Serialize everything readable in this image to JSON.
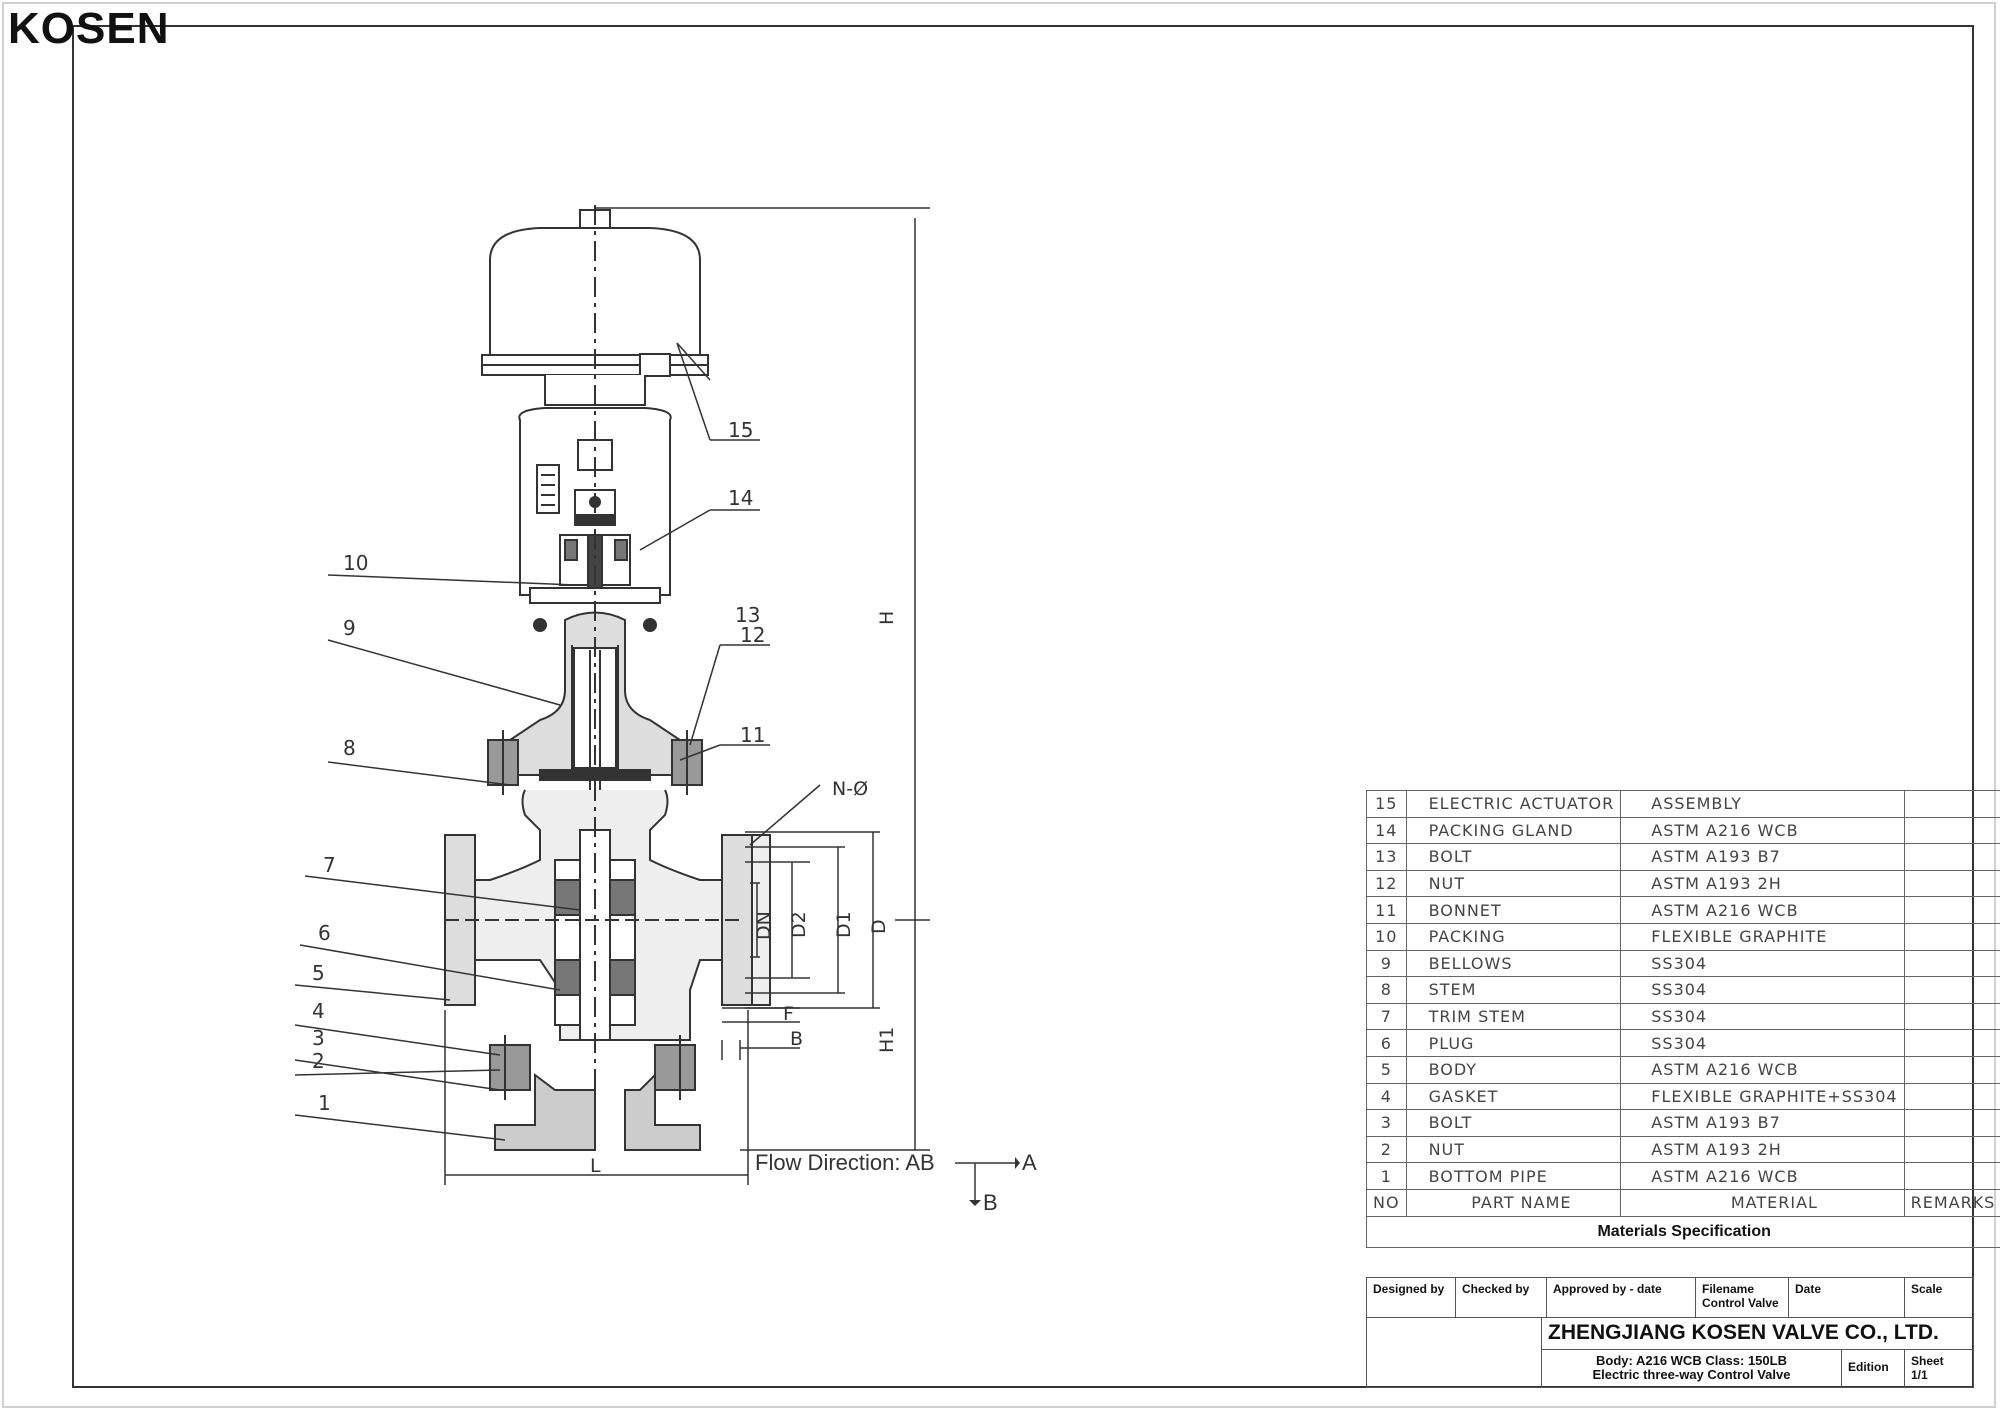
{
  "logo": "KOSEN",
  "callouts": [
    "15",
    "14",
    "10",
    "9",
    "13",
    "12",
    "11",
    "8",
    "7",
    "6",
    "5",
    "4",
    "3",
    "2",
    "1"
  ],
  "dimensions": {
    "H": "H",
    "H1": "H1",
    "L": "L",
    "DN": "DN",
    "D2": "D2",
    "D1": "D1",
    "D": "D",
    "F": "F",
    "B": "B",
    "N_phi": "N-Ø"
  },
  "flow": {
    "label": "Flow Direction: AB",
    "a": "A",
    "b": "B"
  },
  "parts_table": {
    "headers": {
      "no": "NO",
      "part_name": "PART  NAME",
      "material": "MATERIAL",
      "remarks": "REMARKS"
    },
    "rows": [
      {
        "no": "15",
        "name": "ELECTRIC ACTUATOR",
        "material": "ASSEMBLY",
        "remarks": ""
      },
      {
        "no": "14",
        "name": "PACKING GLAND",
        "material": "ASTM  A216  WCB",
        "remarks": ""
      },
      {
        "no": "13",
        "name": "BOLT",
        "material": "ASTM  A193  B7",
        "remarks": ""
      },
      {
        "no": "12",
        "name": "NUT",
        "material": "ASTM  A193  2H",
        "remarks": ""
      },
      {
        "no": "11",
        "name": "BONNET",
        "material": "ASTM  A216  WCB",
        "remarks": ""
      },
      {
        "no": "10",
        "name": "PACKING",
        "material": "FLEXIBLE  GRAPHITE",
        "remarks": ""
      },
      {
        "no": "9",
        "name": "BELLOWS",
        "material": "SS304",
        "remarks": ""
      },
      {
        "no": "8",
        "name": "STEM",
        "material": "SS304",
        "remarks": ""
      },
      {
        "no": "7",
        "name": "TRIM  STEM",
        "material": "SS304",
        "remarks": ""
      },
      {
        "no": "6",
        "name": "PLUG",
        "material": "SS304",
        "remarks": ""
      },
      {
        "no": "5",
        "name": "BODY",
        "material": "ASTM  A216  WCB",
        "remarks": ""
      },
      {
        "no": "4",
        "name": "GASKET",
        "material": "FLEXIBLE  GRAPHITE+SS304",
        "remarks": ""
      },
      {
        "no": "3",
        "name": "BOLT",
        "material": "ASTM  A193  B7",
        "remarks": ""
      },
      {
        "no": "2",
        "name": "NUT",
        "material": "ASTM  A193  2H",
        "remarks": ""
      },
      {
        "no": "1",
        "name": "BOTTOM  PIPE",
        "material": "ASTM  A216  WCB",
        "remarks": ""
      }
    ],
    "caption": "Materials Specification"
  },
  "title_block": {
    "designed_by": "Designed by",
    "checked_by": "Checked by",
    "approved_by": "Approved by - date",
    "filename_label": "Filename",
    "filename_value": "Control Valve",
    "date": "Date",
    "scale": "Scale",
    "company": "ZHENGJIANG KOSEN VALVE CO., LTD.",
    "spec_line": "Body: A216 WCB  Class: 150LB",
    "product": "Electric three-way Control Valve",
    "edition": "Edition",
    "sheet_label": "Sheet",
    "sheet_value": "1/1"
  }
}
